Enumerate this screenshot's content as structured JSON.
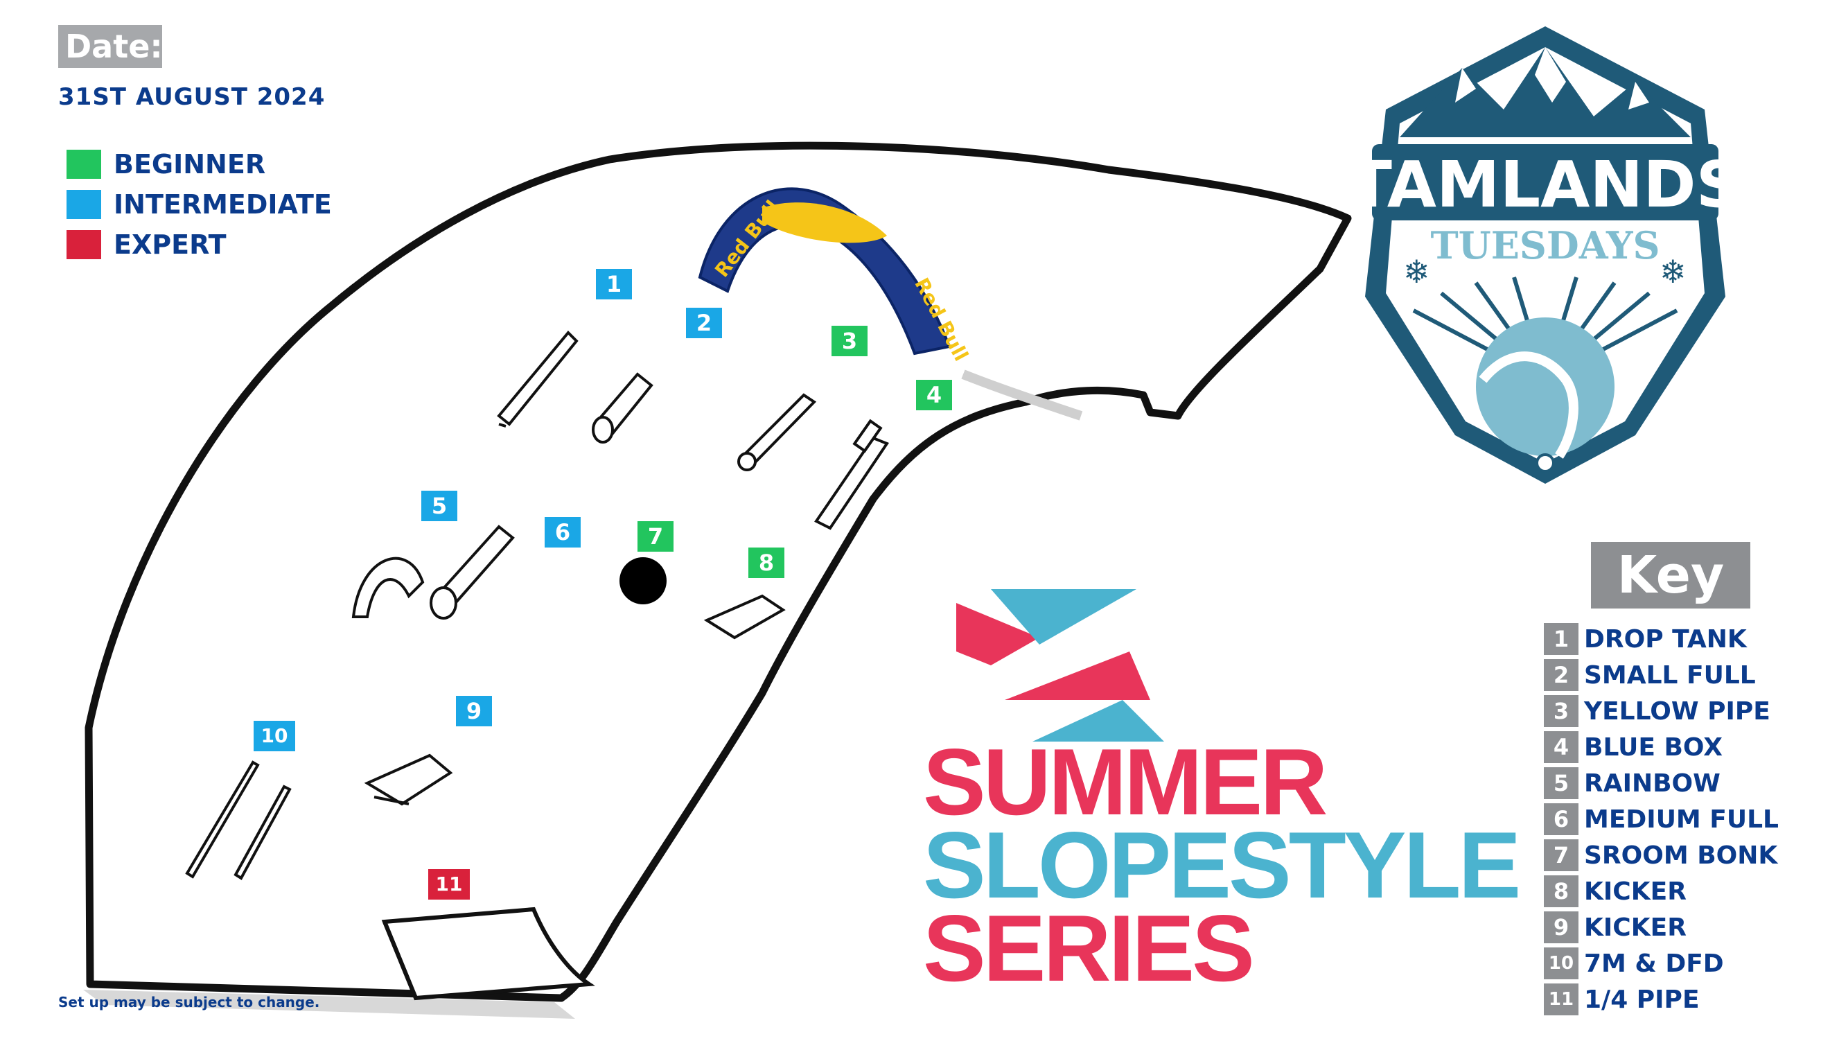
{
  "header": {
    "date_label": "Date:",
    "date_value": "31ST AUGUST 2024"
  },
  "legend": [
    {
      "label": "BEGINNER",
      "color": "#22c55e"
    },
    {
      "label": "INTERMEDIATE",
      "color": "#1aa7e6"
    },
    {
      "label": "EXPERT",
      "color": "#d9213b"
    }
  ],
  "colors": {
    "beginner": "#22c55e",
    "intermediate": "#1aa7e6",
    "expert": "#d9213b",
    "navy": "#0b3b8c",
    "key_grey": "#8d8f92",
    "brand_pink": "#e8355a",
    "brand_teal": "#4bb3cf",
    "badge_dark": "#1f5a78",
    "badge_light": "#7fbccf"
  },
  "features": [
    {
      "number": "1",
      "level": "intermediate"
    },
    {
      "number": "2",
      "level": "intermediate"
    },
    {
      "number": "3",
      "level": "beginner"
    },
    {
      "number": "4",
      "level": "beginner"
    },
    {
      "number": "5",
      "level": "intermediate"
    },
    {
      "number": "6",
      "level": "intermediate"
    },
    {
      "number": "7",
      "level": "beginner"
    },
    {
      "number": "8",
      "level": "beginner"
    },
    {
      "number": "9",
      "level": "intermediate"
    },
    {
      "number": "10",
      "level": "intermediate"
    },
    {
      "number": "11",
      "level": "expert"
    }
  ],
  "arch": {
    "text_left": "Red Bull",
    "text_right": "Red Bull"
  },
  "logo": {
    "line1": "TAMLANDS",
    "line2": "TUESDAYS"
  },
  "key": {
    "title": "Key",
    "items": [
      {
        "number": "1",
        "label": "DROP TANK"
      },
      {
        "number": "2",
        "label": "SMALL FULL"
      },
      {
        "number": "3",
        "label": "YELLOW PIPE"
      },
      {
        "number": "4",
        "label": "BLUE BOX"
      },
      {
        "number": "5",
        "label": "RAINBOW"
      },
      {
        "number": "6",
        "label": "MEDIUM FULL"
      },
      {
        "number": "7",
        "label": "SROOM BONK"
      },
      {
        "number": "8",
        "label": "KICKER"
      },
      {
        "number": "9",
        "label": "KICKER"
      },
      {
        "number": "10",
        "label": "7M & DFD"
      },
      {
        "number": "11",
        "label": "1/4 PIPE"
      }
    ]
  },
  "series": {
    "line1": "SUMMER",
    "line2": "SLOPESTYLE",
    "line3": "SERIES"
  },
  "footnote": "Set up may be subject to change."
}
